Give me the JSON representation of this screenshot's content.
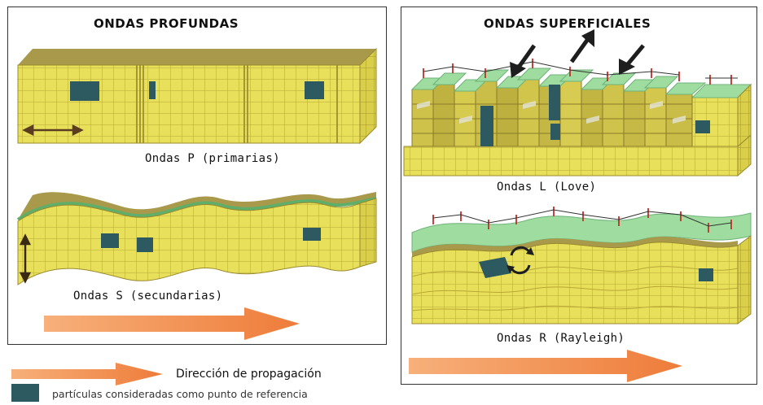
{
  "left_panel": {
    "title": "ONDAS PROFUNDAS",
    "p_caption": "Ondas P (primarias)",
    "s_caption": "Ondas S (secundarias)"
  },
  "right_panel": {
    "title": "ONDAS SUPERFICIALES",
    "l_caption": "Ondas L (Love)",
    "r_caption": "Ondas R (Rayleigh)"
  },
  "legend": {
    "direction_label": "Dirección de propagación",
    "particles_label": "partículas consideradas como punto de referencia"
  },
  "colors": {
    "block_face": "#e8e05a",
    "block_top": "#a89a4a",
    "grid_line": "#b8a836",
    "green_layer": "#9fdc9f",
    "marker": "#2c5a60",
    "arrow_orange": "#f29a55"
  }
}
